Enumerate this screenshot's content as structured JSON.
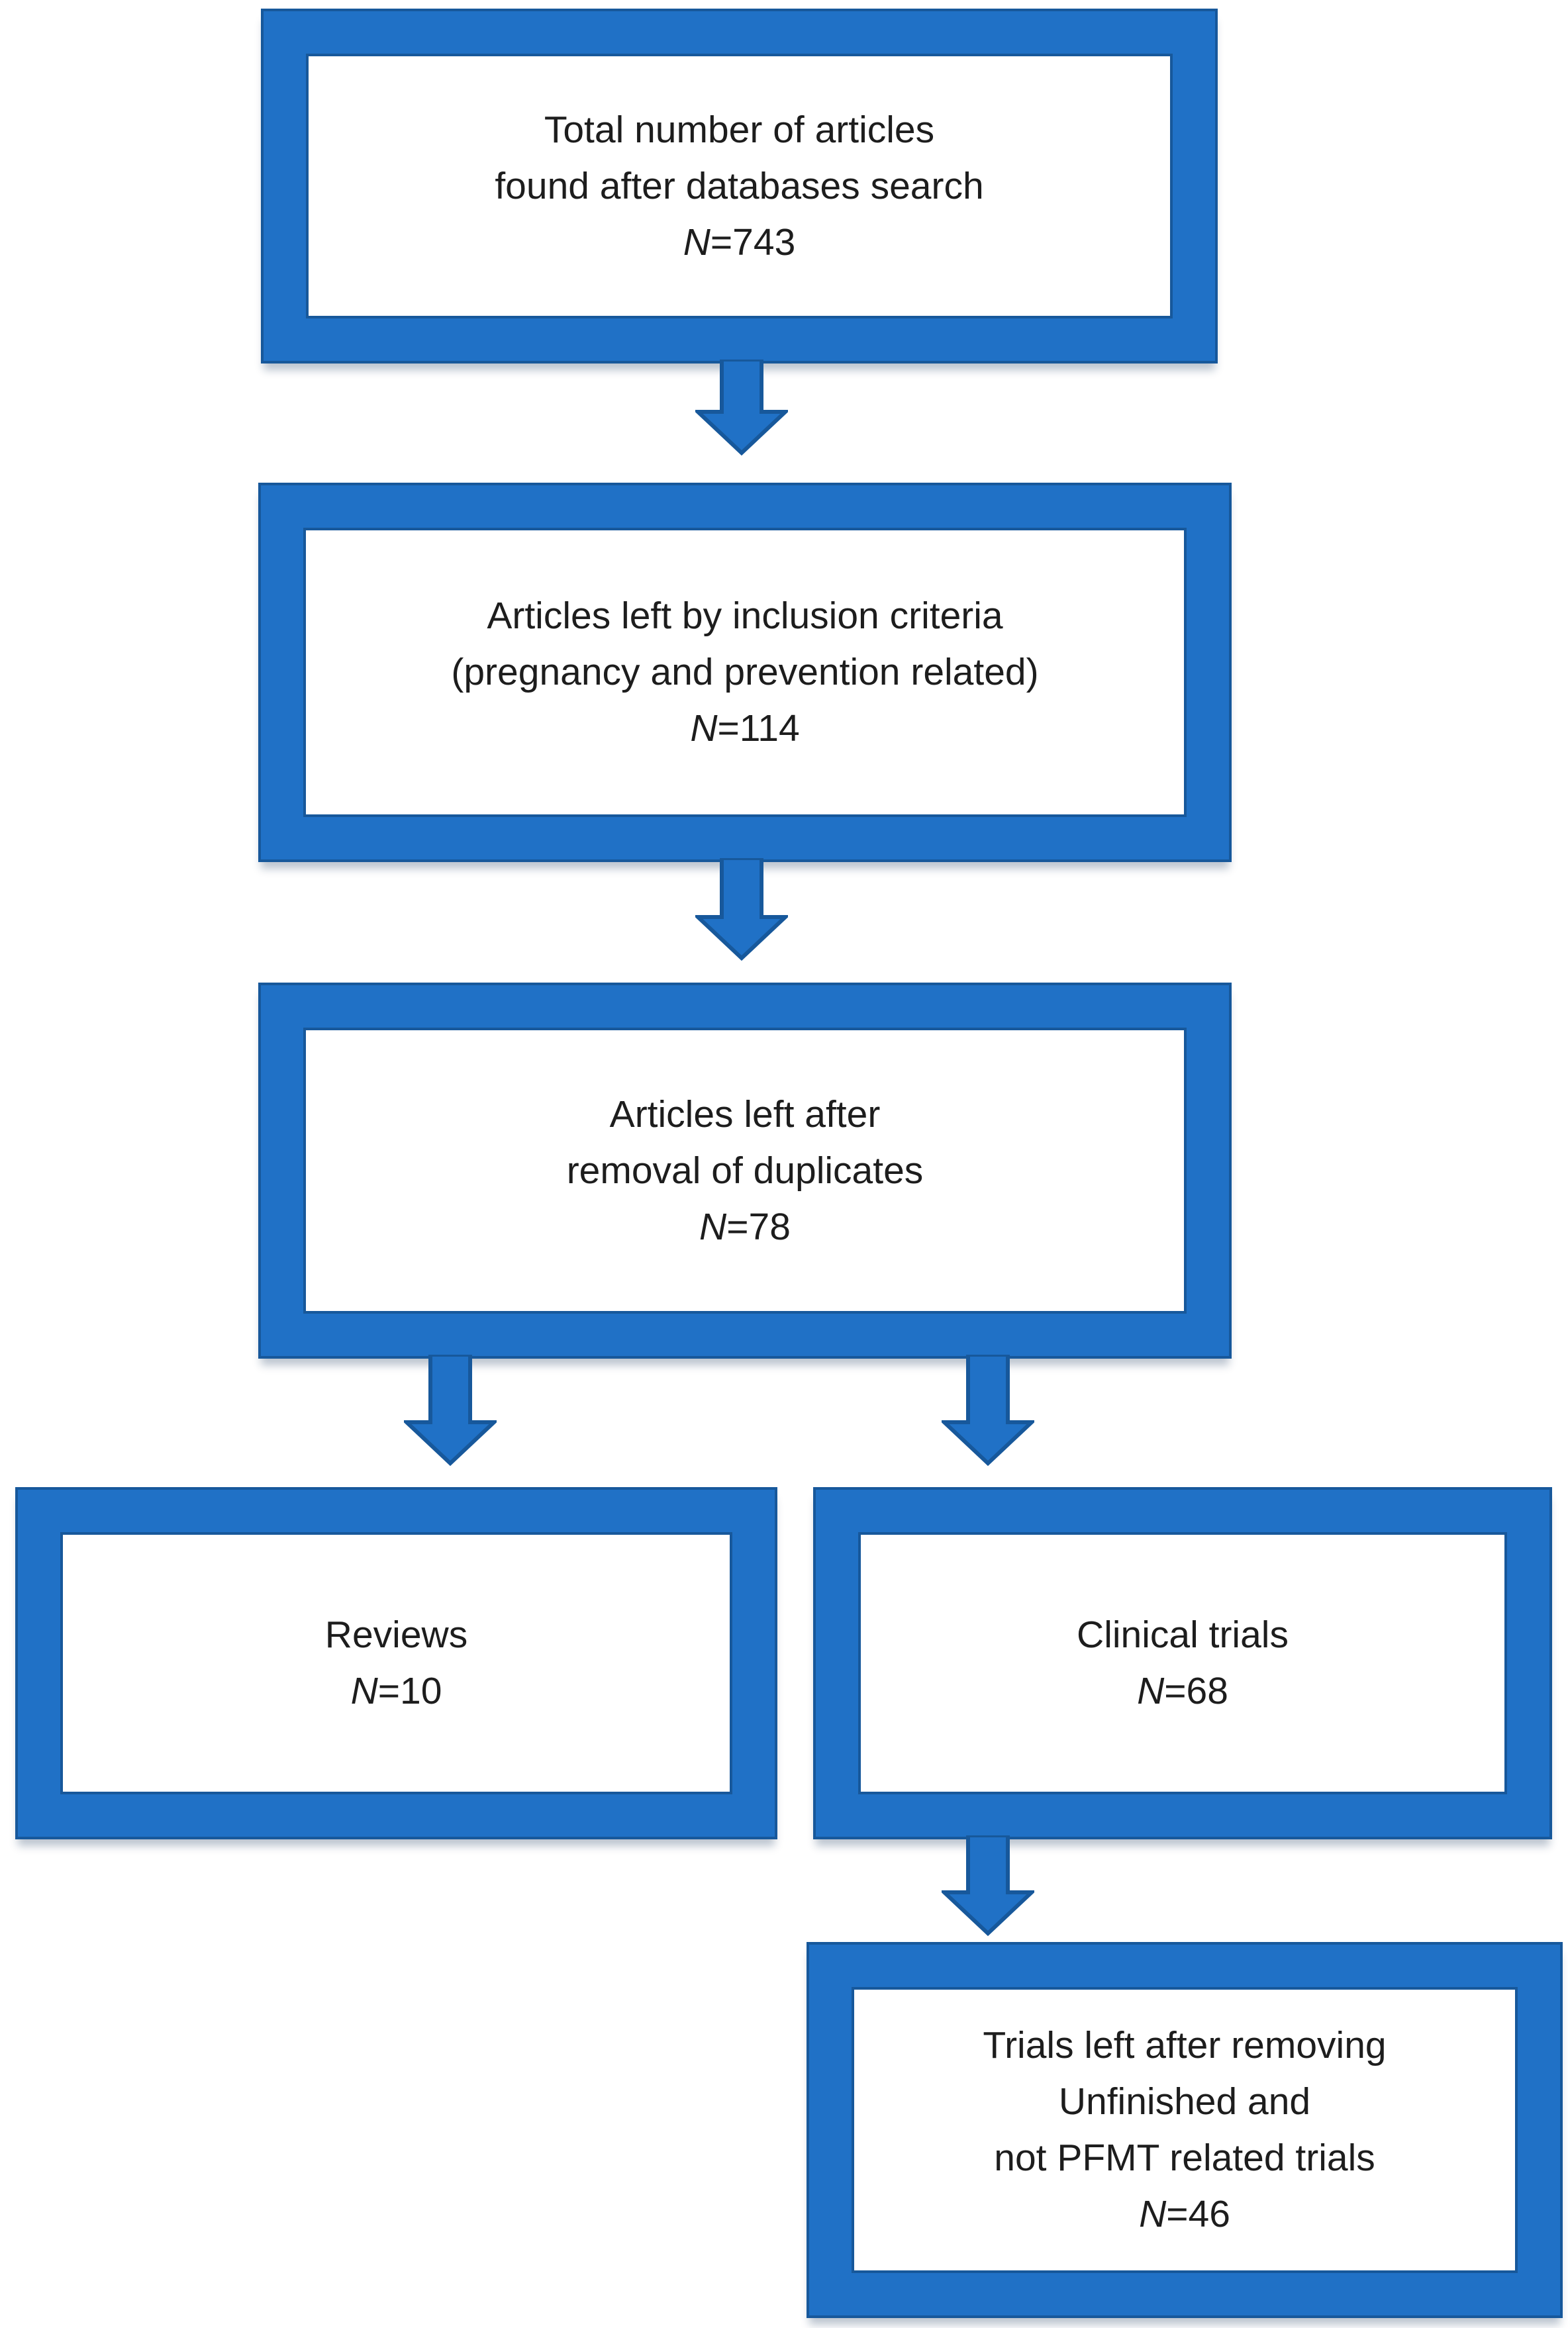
{
  "colors": {
    "accent": "#2071c6",
    "line": "#17589b",
    "text": "#1d1d1d",
    "background": "#ffffff"
  },
  "boxes": {
    "total": {
      "line1": "Total number of articles",
      "line2": "found after databases search",
      "n": "N",
      "count": "=743"
    },
    "inclusion": {
      "line1": "Articles left by inclusion criteria",
      "line2": "(pregnancy and prevention related)",
      "n": "N",
      "count": "=114"
    },
    "duplicates": {
      "line1": "Articles left after",
      "line2": "removal of duplicates",
      "n": "N",
      "count": "=78"
    },
    "reviews": {
      "line1": "Reviews",
      "n": "N",
      "count": "=10"
    },
    "clinical": {
      "line1": "Clinical trials",
      "n": "N",
      "count": "=68"
    },
    "trials": {
      "line1": "Trials left after removing",
      "line2": "Unfinished and",
      "line3": "not PFMT related trials",
      "n": "N",
      "count": "=46"
    }
  }
}
